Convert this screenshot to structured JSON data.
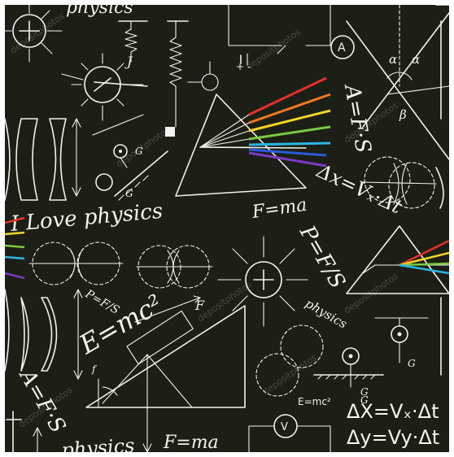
{
  "image": {
    "description": "Chalkboard-style seamless pattern of physics formulas and doodles",
    "background_color": "#1c1f16",
    "chalk_color": "#f2f2ec",
    "spectrum_colors": [
      "#e8302a",
      "#f07a22",
      "#f3d42a",
      "#7ac943",
      "#2bb6e6",
      "#2a5bd8",
      "#7a3bc4"
    ]
  },
  "texts": {
    "love_physics": "I Love physics",
    "f_ma_top": "F=ma",
    "f_ma_bottom": "F=ma",
    "delta_x_top": "Δx=Vₓ·Δt",
    "pressure": "P=F/S",
    "p_small": "P=F/S",
    "e_mc2_big": "E=mc²",
    "e_mc2_small": "E=mc²",
    "physics_small": "physics",
    "physics_bottom": "physics",
    "force_vector": "A=F·S",
    "force_vector_2": "A=F·S",
    "delta_x_right": "ΔX=Vₓ·Δt",
    "delta_y_right": "Δy=Vy·Δt",
    "label_F": "F",
    "label_G1": "G",
    "label_G2": "G",
    "label_G3": "G",
    "label_G4": "G",
    "label_G5": "G",
    "label_f": "f",
    "label_alpha1": "α",
    "label_alpha2": "α",
    "label_beta": "β",
    "label_J": "J",
    "ammeter": "A",
    "voltmeter": "V",
    "plus_minus": "+ -",
    "top_cut": "physics"
  },
  "watermark": {
    "text": "depositphotos"
  }
}
